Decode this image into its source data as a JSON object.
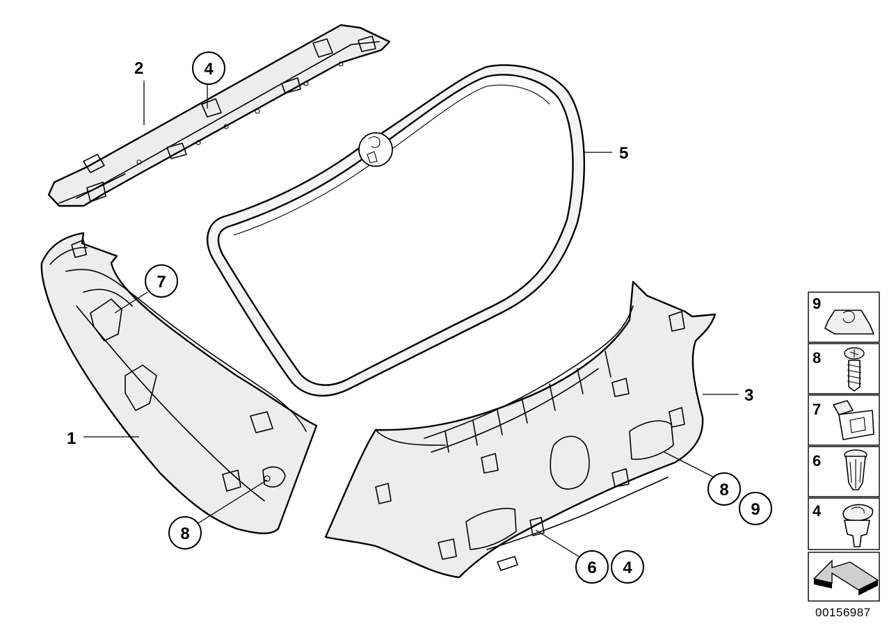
{
  "parts": {
    "part_1": "1",
    "part_2": "2",
    "part_3": "3",
    "part_5": "5"
  },
  "callouts": {
    "c4_top": "4",
    "c7": "7",
    "c8_left": "8",
    "c8_right": "8",
    "c9_right": "9",
    "c6_bottom": "6",
    "c4_bottom": "4"
  },
  "legend": [
    {
      "label": "9",
      "icon": "clip-nut-icon"
    },
    {
      "label": "8",
      "icon": "screw-icon"
    },
    {
      "label": "7",
      "icon": "clip-bracket-icon"
    },
    {
      "label": "6",
      "icon": "expanding-rivet-icon"
    },
    {
      "label": "4",
      "icon": "push-clip-icon"
    }
  ],
  "catalog_number": "00156987"
}
